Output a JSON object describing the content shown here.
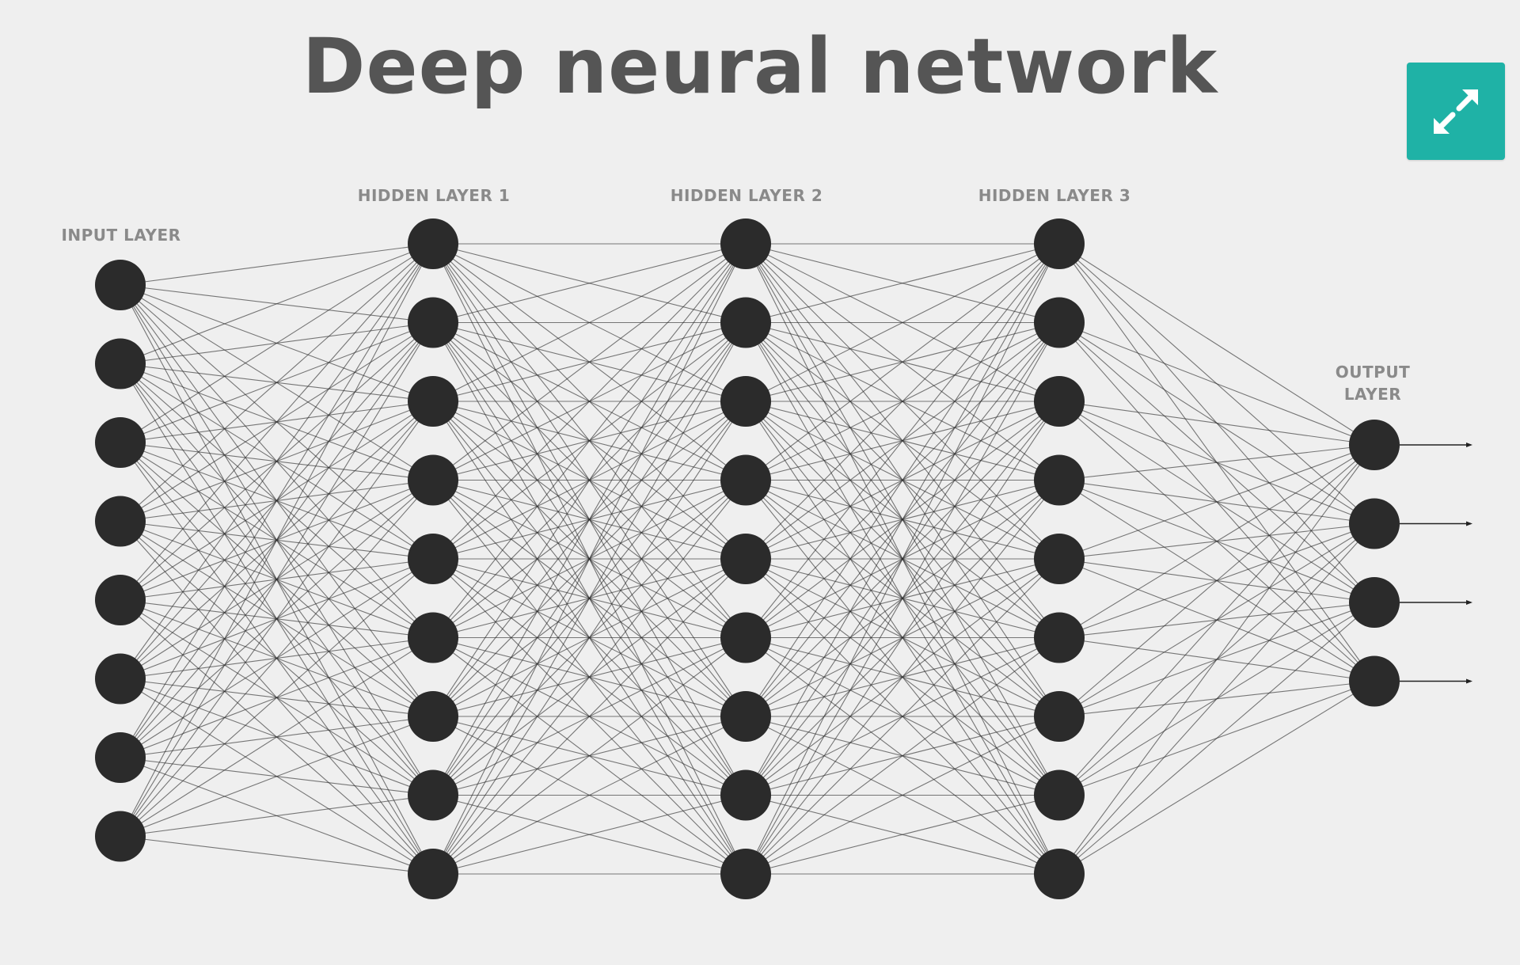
{
  "title": "Deep neural network",
  "expand_button": {
    "icon": "expand-arrows-icon",
    "color": "#1fb2a6"
  },
  "network": {
    "node_color": "#2b2b2b",
    "edge_color": "#2a2a2a",
    "layers": [
      {
        "key": "input",
        "label": "INPUT LAYER",
        "nodes": 8
      },
      {
        "key": "hidden1",
        "label": "HIDDEN LAYER 1",
        "nodes": 9
      },
      {
        "key": "hidden2",
        "label": "HIDDEN LAYER 2",
        "nodes": 9
      },
      {
        "key": "hidden3",
        "label": "HIDDEN LAYER 3",
        "nodes": 9
      },
      {
        "key": "output",
        "label": "OUTPUT\nLAYER",
        "nodes": 4
      }
    ]
  }
}
